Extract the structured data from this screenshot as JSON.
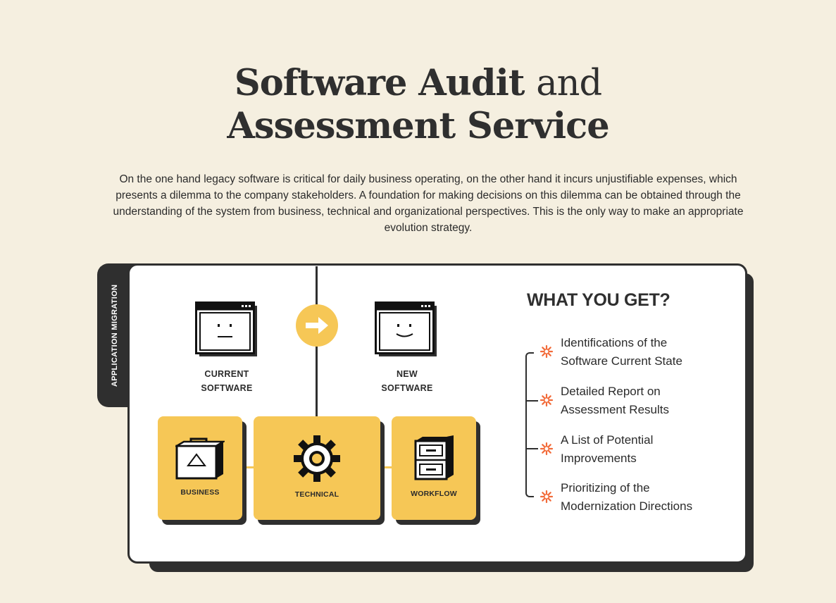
{
  "header": {
    "title_bold_1": "Software Audit",
    "title_light": "and",
    "title_bold_2": "Assessment Service",
    "intro": "On the one hand legacy software is critical for daily business operating, on the other hand it incurs unjustifiable expenses, which presents a dilemma to the company stakeholders. A foundation for making decisions on this dilemma can be obtained through the understanding of the system from business, technical and organizational perspectives. This is the only way to make an appropriate evolution strategy."
  },
  "diagram": {
    "tab_label": "APPLICATION MIGRATION",
    "current": {
      "line1": "CURRENT",
      "line2": "SOFTWARE"
    },
    "new": {
      "line1": "NEW",
      "line2": "SOFTWARE"
    },
    "boxes": [
      {
        "label": "BUSINESS",
        "icon": "briefcase-icon"
      },
      {
        "label": "TECHNICAL",
        "icon": "gear-icon"
      },
      {
        "label": "WORKFLOW",
        "icon": "file-cabinet-icon"
      }
    ],
    "accent_color": "#f6c756",
    "dark_color": "#2f2f2f",
    "star_color": "#f26b3a"
  },
  "benefits": {
    "title": "WHAT YOU GET?",
    "items": [
      {
        "line1": "Identifications of the",
        "line2": "Software Current State"
      },
      {
        "line1": "Detailed Report on",
        "line2": "Assessment Results"
      },
      {
        "line1": "A List of Potential",
        "line2": "Improvements"
      },
      {
        "line1": "Prioritizing of the",
        "line2": "Modernization Directions"
      }
    ]
  }
}
